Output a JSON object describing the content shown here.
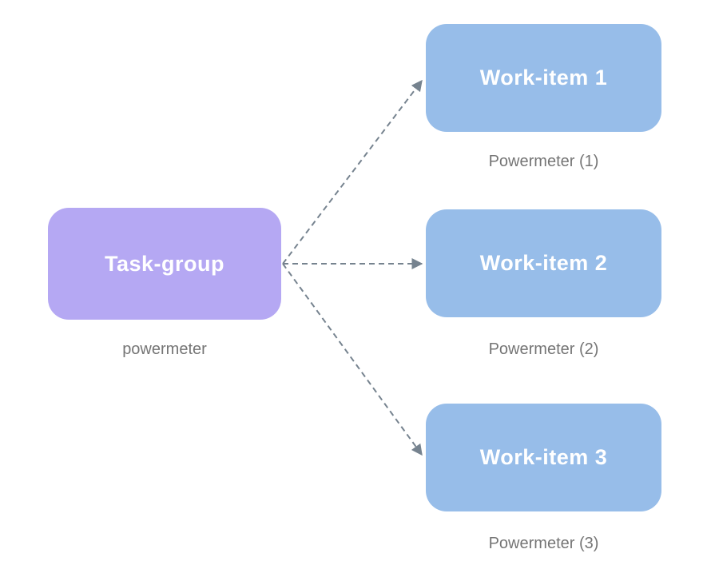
{
  "diagram": {
    "source": {
      "label": "Task-group",
      "caption": "powermeter"
    },
    "targets": [
      {
        "label": "Work-item 1",
        "caption": "Powermeter (1)"
      },
      {
        "label": "Work-item 2",
        "caption": "Powermeter (2)"
      },
      {
        "label": "Work-item 3",
        "caption": "Powermeter (3)"
      }
    ],
    "colors": {
      "source_fill": "#b5a8f3",
      "target_fill": "#97bde9",
      "label_text": "#ffffff",
      "caption_text": "#757575",
      "connector": "#76838f",
      "canvas_bg": "#ffffff"
    }
  }
}
